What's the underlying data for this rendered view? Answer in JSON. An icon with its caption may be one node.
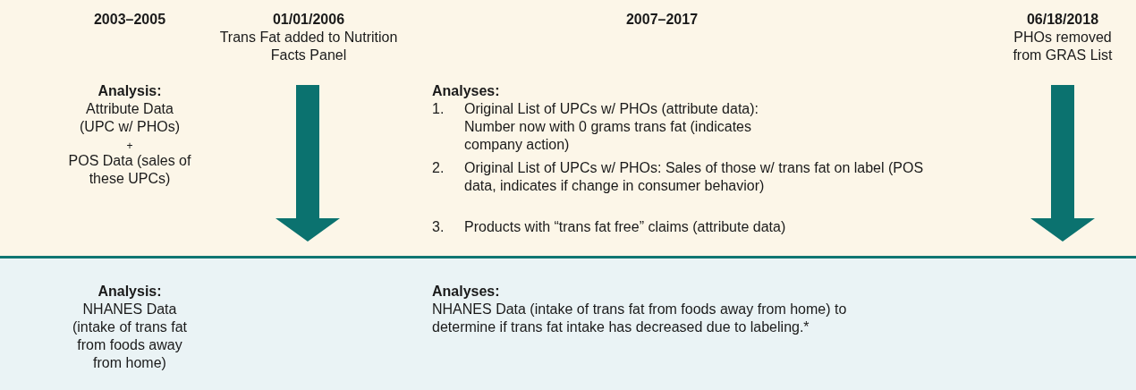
{
  "diagram": {
    "labels": [
      "2003–2005",
      "01/01/2006",
      "Trans Fat added to Nutrition Facts Panel",
      "2007–2017",
      "06/18/2018",
      "PHOs removed from GRAS List",
      "Analysis:",
      "Attribute Data (UPC w/ PHOs)",
      "+",
      "POS Data (sales of these UPCs)",
      "Analyses:",
      "1.",
      "Original List of UPCs w/ PHOs (attribute data): Number now with 0 grams trans fat (indicates company action)",
      "2.",
      "Original List of UPCs w/ PHOs: Sales of those w/ trans fat on label (POS data, indicates if change in consumer behavior)",
      "3.",
      "Products with “trans fat free” claims (attribute data)",
      "Analysis:",
      "NHANES Data (intake of trans fat from foods away from home)",
      "Analyses:",
      "NHANES Data (intake of trans fat from foods away from home) to determine if trans fat intake has decreased due to labeling.*"
    ]
  }
}
